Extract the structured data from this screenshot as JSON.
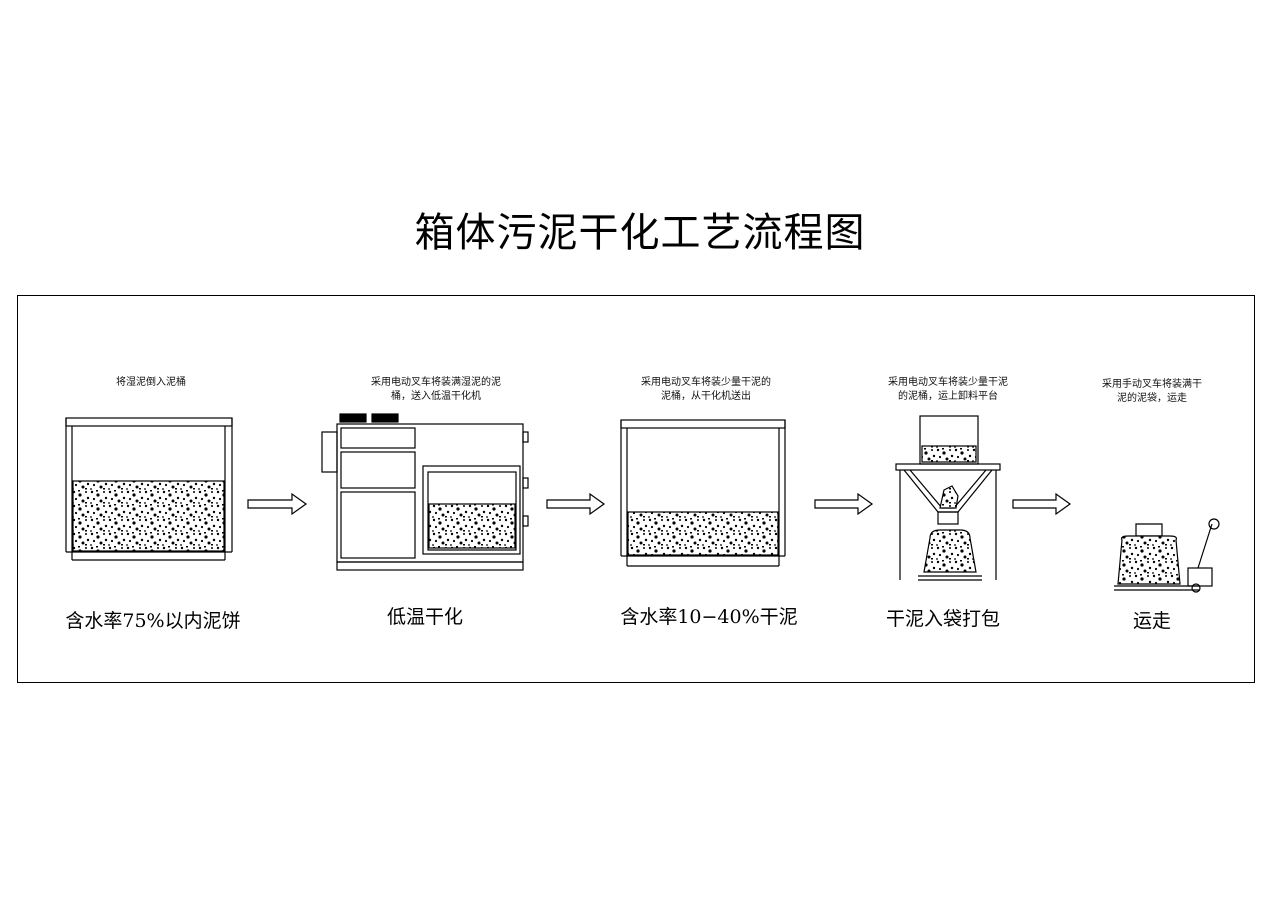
{
  "title": "箱体污泥干化工艺流程图",
  "steps": [
    {
      "note": "将湿泥倒入泥桶",
      "label": "含水率75%以内泥饼"
    },
    {
      "note": "采用电动叉车将装满湿泥的泥桶，送入低温干化机",
      "label": "低温干化"
    },
    {
      "note": "采用电动叉车将装少量干泥的泥桶，从干化机送出",
      "label": "含水率10−40%干泥"
    },
    {
      "note": "采用电动叉车将装少量干泥的泥桶，运上卸料平台",
      "label": "干泥入袋打包"
    },
    {
      "note": "采用手动叉车将装满干泥的泥袋，运走",
      "label": "运走"
    }
  ],
  "colors": {
    "line": "#000000",
    "background": "#ffffff"
  }
}
